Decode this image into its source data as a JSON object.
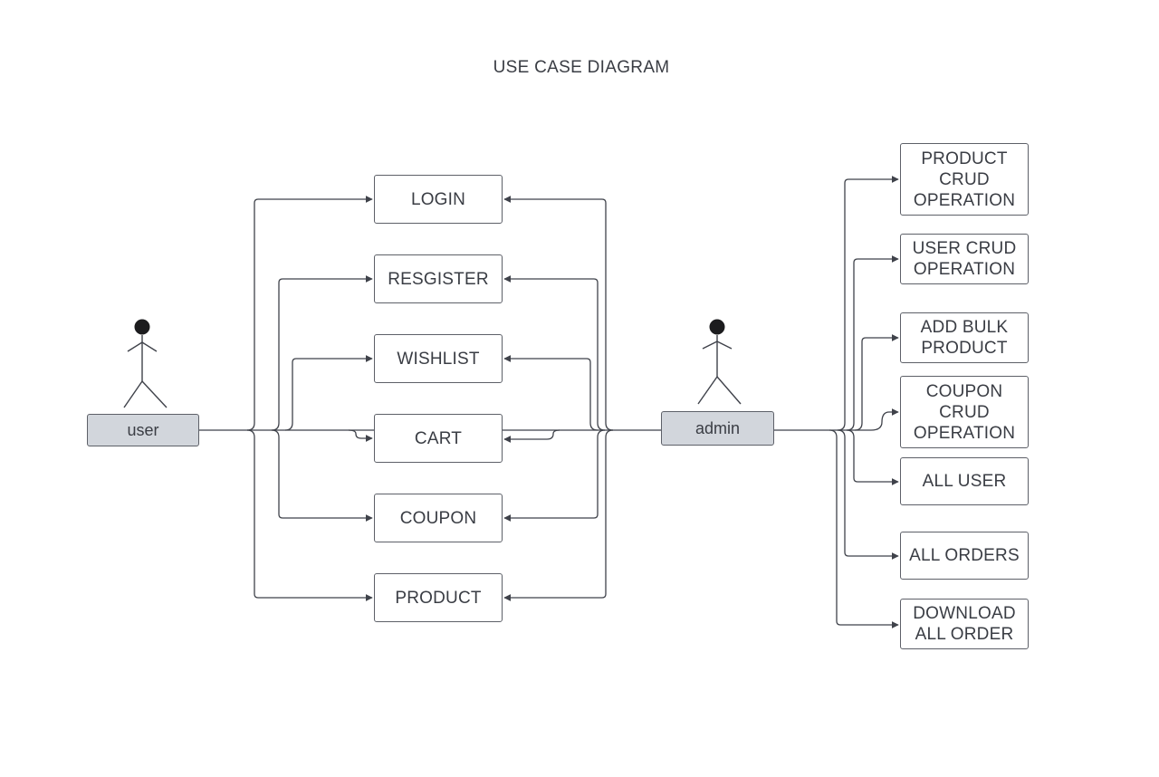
{
  "title": "USE CASE DIAGRAM",
  "actors": {
    "user": {
      "label": "user"
    },
    "admin": {
      "label": "admin"
    }
  },
  "user_use_cases": [
    "LOGIN",
    "RESGISTER",
    "WISHLIST",
    "CART",
    "COUPON",
    "PRODUCT"
  ],
  "admin_use_cases": [
    "PRODUCT\nCRUD\nOPERATION",
    "USER CRUD\nOPERATION",
    "ADD BULK\nPRODUCT",
    "COUPON\nCRUD\nOPERATION",
    "ALL USER",
    "ALL ORDERS",
    "DOWNLOAD\nALL ORDER"
  ],
  "colors": {
    "line": "#3f424a",
    "actor_fill": "#d2d6dc",
    "stick_head": "#1c1c1e"
  }
}
